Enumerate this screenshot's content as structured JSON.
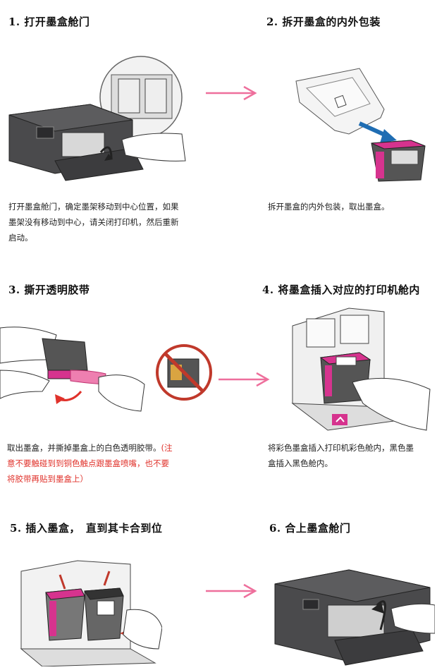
{
  "steps": [
    {
      "num": "1.",
      "title": "打开墨盒舱门",
      "desc": [
        "打开墨盒舱门，确定墨架移动到中心位置，如果",
        "墨架没有移动到中心，请关闭打印机，然后重新",
        "启动。"
      ]
    },
    {
      "num": "2.",
      "title": "拆开墨盒的内外包装",
      "desc": [
        "拆开墨盒的内外包装，取出墨盒。"
      ]
    },
    {
      "num": "3.",
      "title": "撕开透明胶带",
      "desc_normal": "取出墨盒，并撕掉墨盒上的白色透明胶带。",
      "desc_warn_1": "(注",
      "desc_warn_2": "意不要触碰到到铜色触点跟墨盒喷嘴，也不要",
      "desc_warn_3": "将胶带再贴到墨盒上）"
    },
    {
      "num": "4.",
      "title": "将墨盒插入对应的打印机舱内",
      "desc": [
        "将彩色墨盒插入打印机彩色舱内，黑色墨",
        "盒插入黑色舱内。"
      ]
    },
    {
      "num": "5.",
      "title": "插入墨盒，　直到其卡合到位",
      "desc": []
    },
    {
      "num": "6.",
      "title": "合上墨盒舱门",
      "desc": []
    }
  ],
  "colors": {
    "arrow": "#ee6f9c",
    "magenta": "#d6338e",
    "printer": "#4a4a4c",
    "warn": "#e0322b"
  },
  "icons": [
    "printer-open-door",
    "cartridge-package",
    "tape-removal",
    "cartridge-insert",
    "cartridge-snap",
    "printer-close-door"
  ]
}
